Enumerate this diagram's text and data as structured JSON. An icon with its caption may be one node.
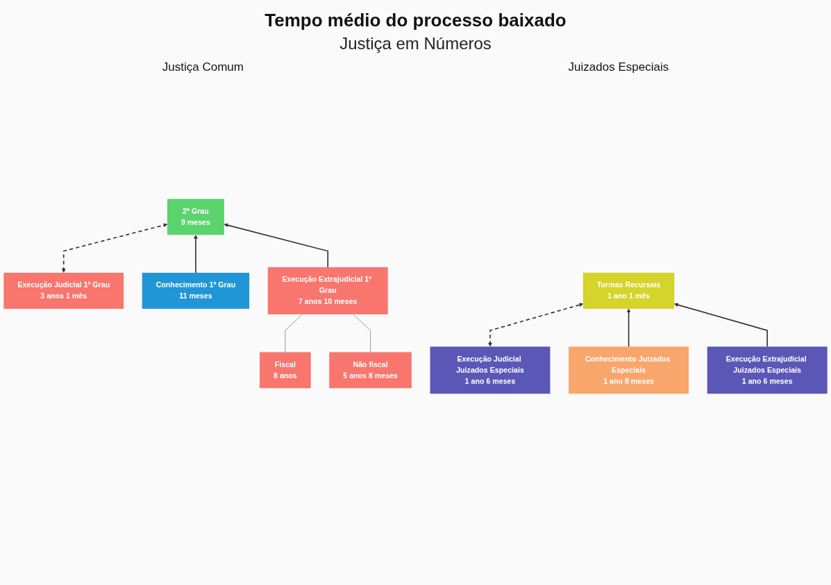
{
  "diagram": {
    "title": "Tempo médio do processo baixado",
    "nodes": [
      {
        "text": [
          "2º Grau",
          "9 meses"
        ]
      },
      {
        "text": [
          "Execução Judicial 1º Grau",
          "3 anos 1 mês"
        ]
      },
      {
        "text": [
          "Conhecimento 1º Grau",
          "11 meses"
        ]
      },
      {
        "text": [
          "Execução Extrajudicial 1º Grau",
          "7 anos 10 meses"
        ]
      },
      {
        "text": [
          "Fiscal",
          "8 anos"
        ]
      },
      {
        "text": [
          "Não fiscal",
          "5 anos 8 meses"
        ]
      },
      {
        "text": [
          "Turmas Recursais",
          "1 ano 1 mês"
        ]
      },
      {
        "text": [
          "Execução Judicial Juizados Especiais",
          "1 ano 6 meses"
        ]
      },
      {
        "text": [
          "Conhecimento Juizados Especiais",
          "1 ano 8 meses"
        ]
      },
      {
        "text": [
          "Execução Extrajudicial Juizados Especiais",
          "1 ano 6 meses"
        ]
      }
    ],
    "edges": [
      {
        "from": 0,
        "to": 1,
        "arrow": "both",
        "style": "dashed"
      },
      {
        "from": 2,
        "to": 0,
        "arrow": "to"
      },
      {
        "from": 3,
        "to": 0,
        "arrow": "to"
      },
      {
        "from": 3,
        "to": 4,
        "arrow": "none",
        "color": "#999999"
      },
      {
        "from": 3,
        "to": 5,
        "arrow": "none",
        "color": "#999999"
      },
      {
        "from": 6,
        "to": 7,
        "arrow": "both",
        "style": "dashed"
      },
      {
        "from": 8,
        "to": 6,
        "arrow": "to"
      },
      {
        "from": 9,
        "to": 6,
        "arrow": "to"
      }
    ],
    "labels": [
      "Justiça em Números",
      "Justiça Comum",
      "Juizados Especiais"
    ]
  }
}
